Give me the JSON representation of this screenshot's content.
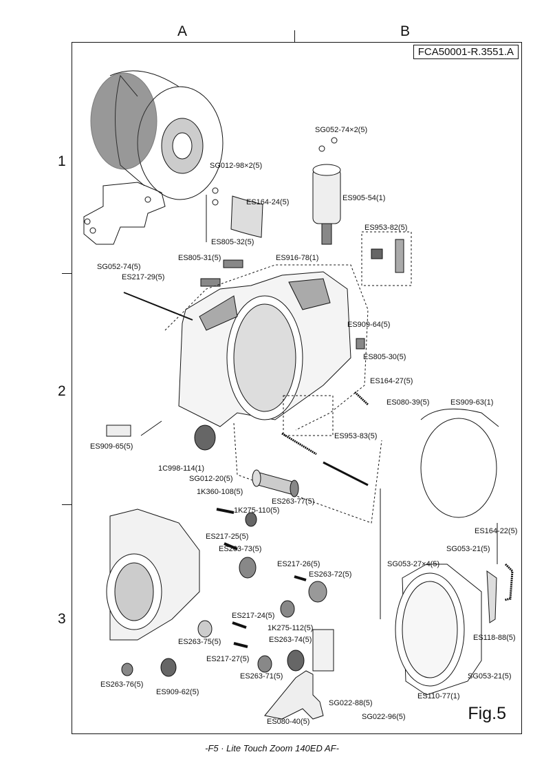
{
  "grid": {
    "col_a": "A",
    "col_b": "B",
    "row_1": "1",
    "row_2": "2",
    "row_3": "3"
  },
  "doc_id": "FCA50001-R.3551.A",
  "figure_label": "Fig.5",
  "footer": "-F5 · Lite Touch Zoom 140ED AF-",
  "parts": [
    "SG052-74×2(5)",
    "SG012-98×2(5)",
    "ES164-24(5)",
    "ES905-54(1)",
    "ES953-82(5)",
    "ES805-32(5)",
    "ES805-31(5)",
    "ES916-78(1)",
    "SG052-74(5)",
    "ES217-29(5)",
    "ES909-64(5)",
    "ES805-30(5)",
    "ES164-27(5)",
    "ES080-39(5)",
    "ES909-63(1)",
    "ES953-83(5)",
    "ES909-65(5)",
    "1C998-114(1)",
    "SG012-20(5)",
    "ES263-77(5)",
    "1K360-108(5)",
    "1K275-110(5)",
    "ES164-22(5)",
    "ES217-25(5)",
    "ES263-73(5)",
    "SG053-21(5)",
    "SG053-27×4(5)",
    "ES217-26(5)",
    "ES263-72(5)",
    "ES217-24(5)",
    "1K275-112(5)",
    "ES118-88(5)",
    "ES263-75(5)",
    "ES263-74(5)",
    "ES217-27(5)",
    "ES263-71(5)",
    "SG053-21(5)",
    "ES263-76(5)",
    "ES909-62(5)",
    "ES110-77(1)",
    "SG022-88(5)",
    "SG022-96(5)",
    "ES080-40(5)"
  ]
}
